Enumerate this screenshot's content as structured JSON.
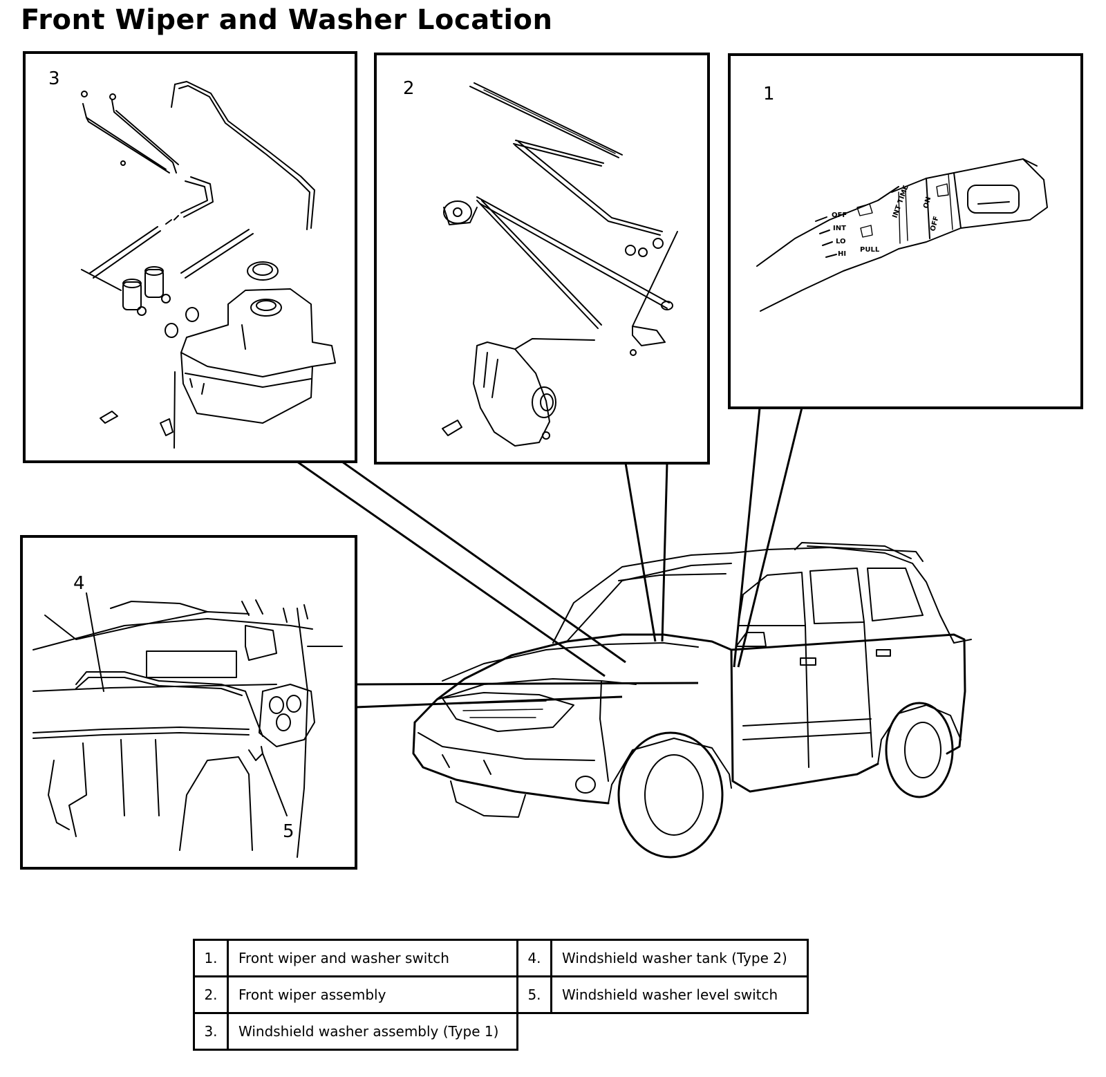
{
  "title": "Front Wiper and Washer Location",
  "callouts": {
    "c1": "1",
    "c2": "2",
    "c3": "3",
    "c4": "4",
    "c5": "5"
  },
  "switch_labels": {
    "off": "OFF",
    "int": "INT",
    "lo": "LO",
    "hi": "HI",
    "int_time": "INT TIME",
    "on": "ON",
    "off2": "OFF",
    "pull": "PULL"
  },
  "legend": {
    "rows": [
      {
        "n1": "1.",
        "t1": "Front wiper and washer switch",
        "n2": "4.",
        "t2": "Windshield washer tank (Type 2)"
      },
      {
        "n1": "2.",
        "t1": "Front wiper assembly",
        "n2": "5.",
        "t2": "Windshield washer level switch"
      },
      {
        "n1": "3.",
        "t1": "Windshield washer assembly (Type 1)",
        "n2": "",
        "t2": ""
      }
    ]
  }
}
